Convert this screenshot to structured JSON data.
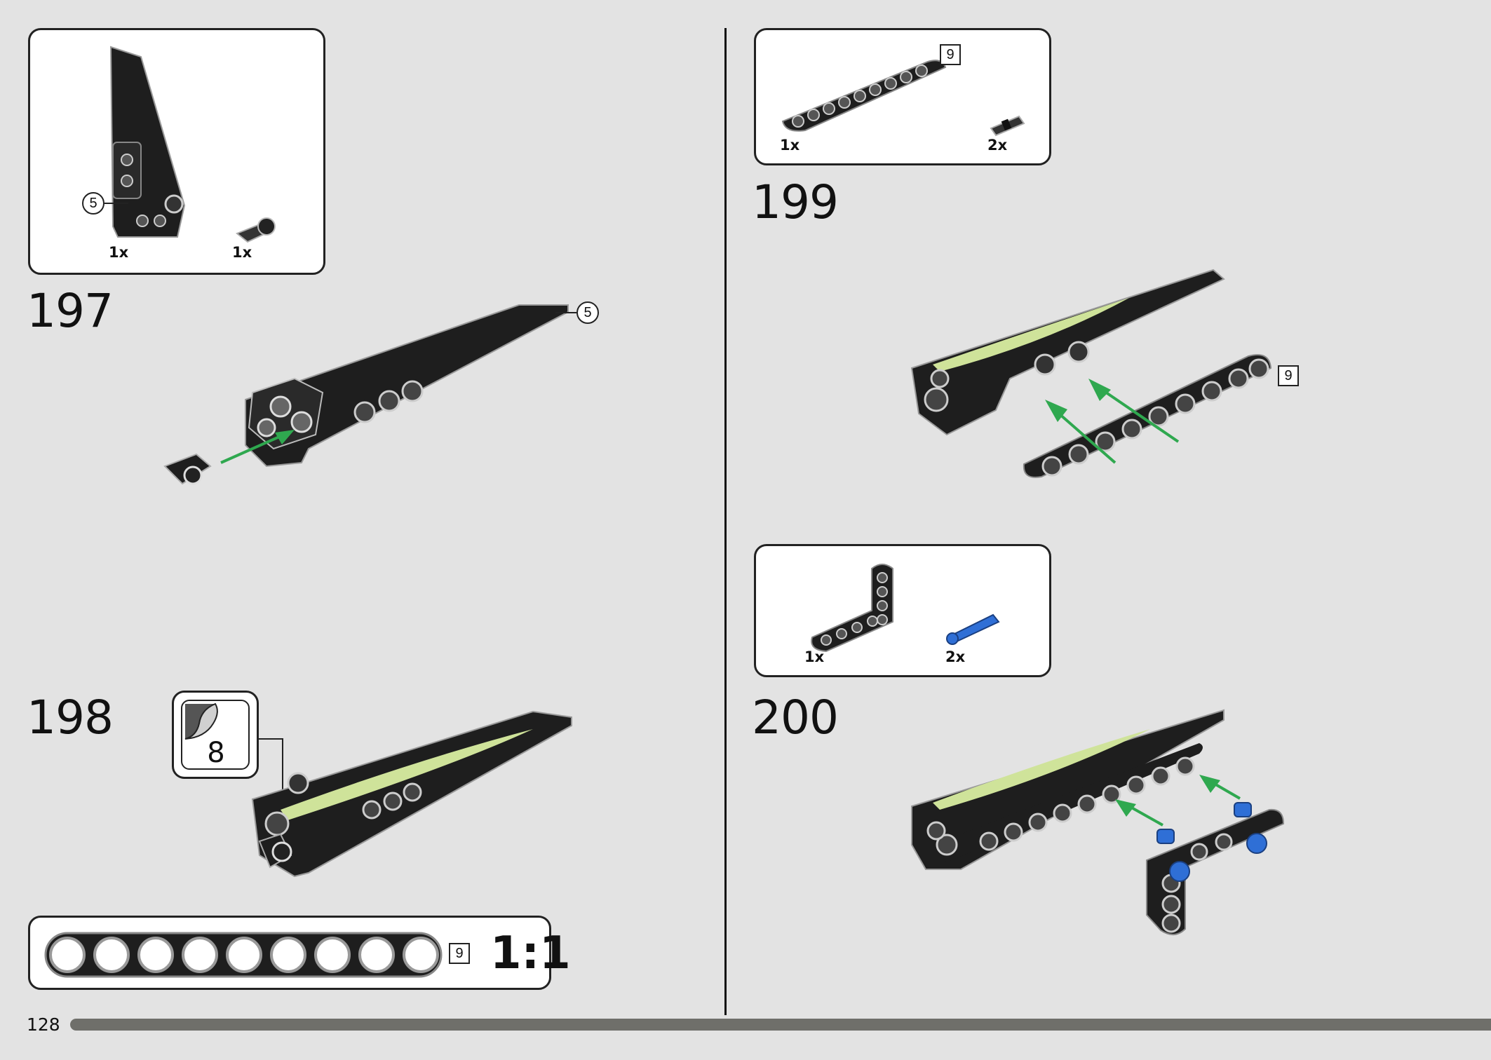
{
  "page": {
    "number": "128"
  },
  "steps": [
    {
      "number": "197",
      "parts": [
        {
          "qty": "1x",
          "name": "panel-wing-icon"
        },
        {
          "qty": "1x",
          "name": "pin-connector-icon"
        }
      ],
      "callout": "5"
    },
    {
      "number": "198",
      "sticker": "8"
    },
    {
      "number": "199",
      "parts": [
        {
          "qty": "1x",
          "name": "beam-9-icon",
          "callout": "9"
        },
        {
          "qty": "2x",
          "name": "pin-icon"
        }
      ],
      "callout": "9"
    },
    {
      "number": "200",
      "parts": [
        {
          "qty": "1x",
          "name": "l-beam-icon"
        },
        {
          "qty": "2x",
          "name": "blue-axle-pin-icon"
        }
      ]
    }
  ],
  "scale_ruler": {
    "length": "9",
    "ratio": "1:1"
  },
  "colors": {
    "background": "#e3e3e3",
    "part_black": "#1e1e1e",
    "arrow_green": "#2fa84f",
    "accent_lime": "#cfe39a",
    "pin_blue": "#2f6fd6"
  }
}
